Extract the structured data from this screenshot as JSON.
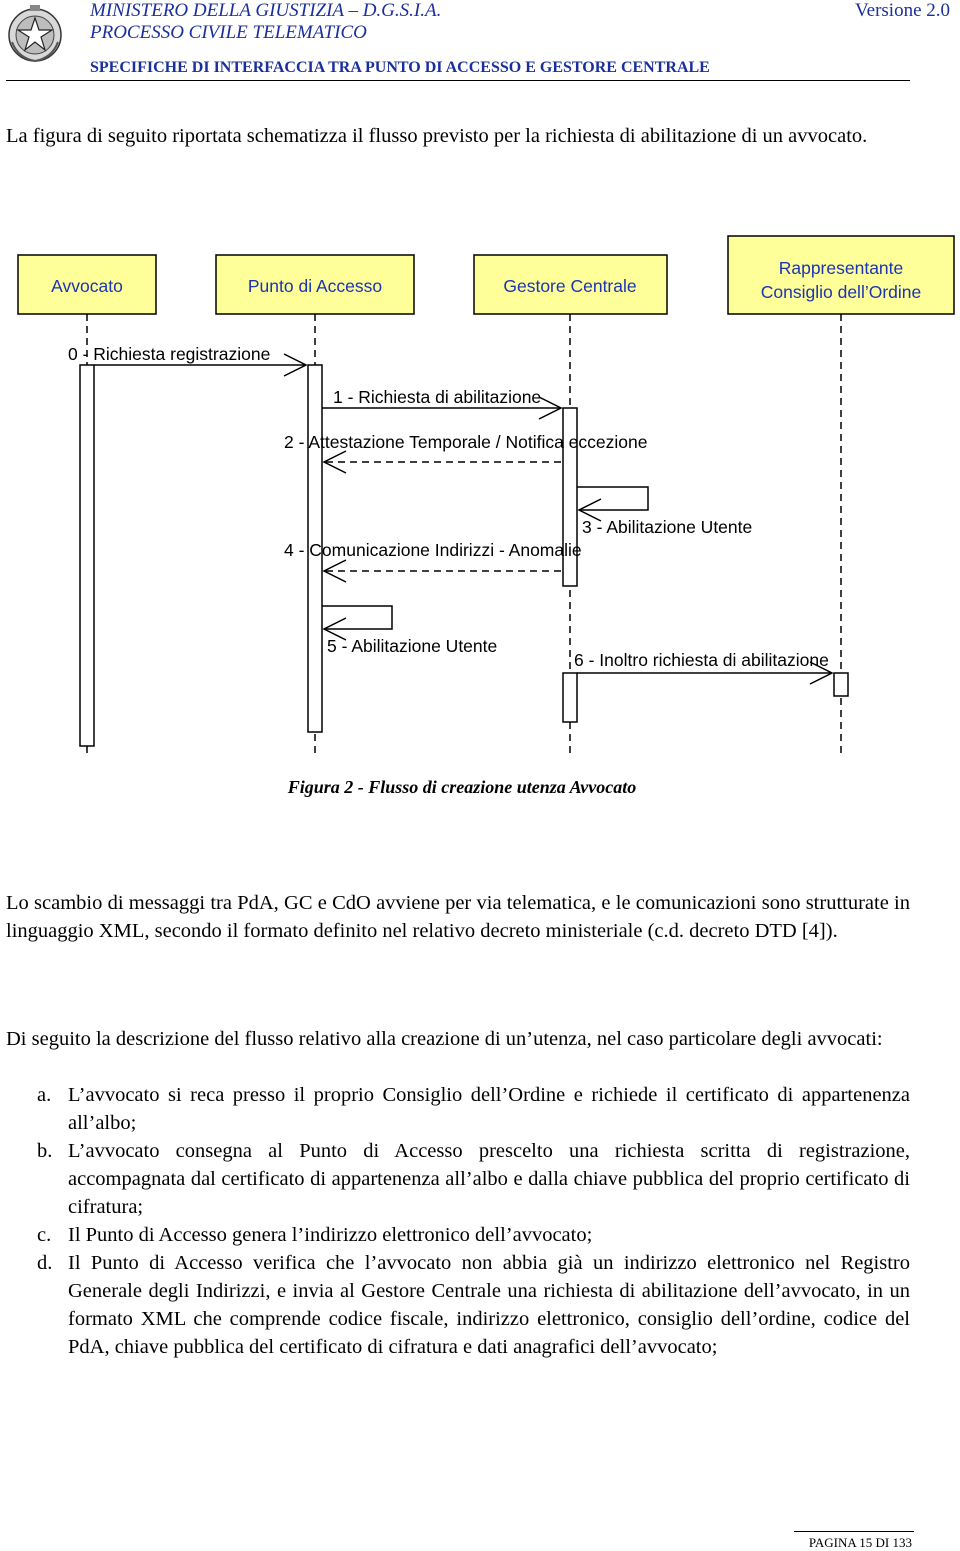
{
  "header": {
    "line1": "MINISTERO DELLA GIUSTIZIA – D.G.S.I.A.",
    "version": "Versione 2.0",
    "line2": "PROCESSO CIVILE TELEMATICO",
    "line3": "SPECIFICHE DI INTERFACCIA TRA PUNTO DI ACCESSO E GESTORE CENTRALE",
    "emblem_icon": "italian-republic-emblem-icon"
  },
  "intro": "La figura di seguito riportata schematizza il flusso previsto per la richiesta di abilitazione di un avvocato.",
  "diagram": {
    "actors": {
      "avvocato": "Avvocato",
      "pda": "Punto di Accesso",
      "gc": "Gestore Centrale",
      "rco_line1": "Rappresentante",
      "rco_line2": "Consiglio dell’Ordine"
    },
    "messages": {
      "m0": "0 - Richiesta registrazione",
      "m1": "1 - Richiesta di abilitazione",
      "m2": "2 - Attestazione Temporale / Notifica eccezione",
      "m3": "3 - Abilitazione Utente",
      "m4": "4 - Comunicazione Indirizzi - Anomalie",
      "m5": "5 - Abilitazione Utente",
      "m6": "6 - Inoltro richiesta di abilitazione"
    },
    "colors": {
      "actor_fill": "#ffff99",
      "actor_text": "#1a34b4"
    }
  },
  "caption": "Figura 2 - Flusso di creazione utenza Avvocato",
  "para1": "Lo scambio di messaggi tra PdA, GC e CdO avviene per via telematica, e le comunicazioni sono strutturate in linguaggio XML, secondo il formato definito nel relativo decreto ministeriale (c.d. decreto DTD [4]).",
  "para2": "Di seguito la descrizione del flusso relativo alla creazione di un’utenza, nel caso particolare degli avvocati:",
  "list": [
    {
      "label": "a.",
      "text": "L’avvocato si reca presso il proprio Consiglio dell’Ordine e richiede il certificato di appartenenza all’albo;"
    },
    {
      "label": "b.",
      "text": "L’avvocato consegna al Punto di Accesso prescelto una richiesta scritta di registrazione, accompagnata dal certificato di appartenenza all’albo e dalla chiave pubblica del proprio certificato di cifratura;"
    },
    {
      "label": "c.",
      "text": "Il Punto di Accesso genera l’indirizzo elettronico dell’avvocato;"
    },
    {
      "label": "d.",
      "text": "Il Punto di Accesso verifica che l’avvocato non abbia già un indirizzo elettronico nel Registro Generale degli Indirizzi, e invia al Gestore Centrale una richiesta di abilitazione dell’avvocato, in un formato XML che comprende codice fiscale, indirizzo elettronico, consiglio dell’ordine, codice del PdA, chiave pubblica del certificato di cifratura e dati anagrafici dell’avvocato;"
    }
  ],
  "footer": "PAGINA 15 DI 133"
}
